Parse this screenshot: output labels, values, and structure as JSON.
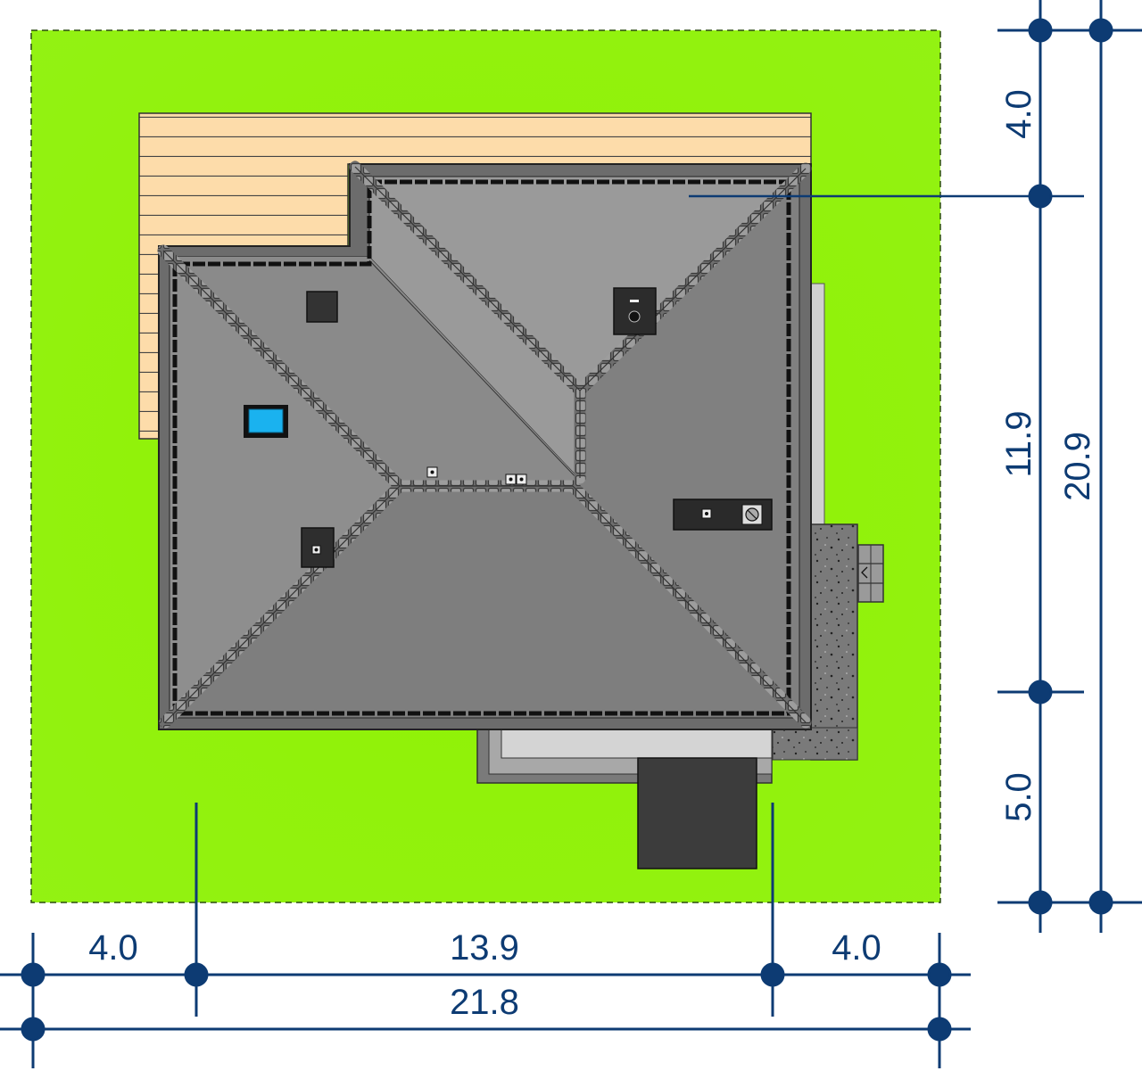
{
  "colors": {
    "lawn": "#8ff200",
    "dimension": "#0d3b73",
    "roof_dark": "#7d7d7d",
    "roof_light": "#9a9a9a",
    "deck": "#fddcaa",
    "skylight": "#1ab2ef",
    "paving": "#7a7a7a"
  },
  "dimensions": {
    "bottom": {
      "left_setback": "4.0",
      "building_width": "13.9",
      "right_setback": "4.0",
      "total_width": "21.8"
    },
    "right": {
      "top_setback": "4.0",
      "building_depth": "11.9",
      "bottom_setback": "5.0",
      "total_depth": "20.9"
    }
  },
  "icons": [
    "chimney-icon",
    "vent-icon",
    "skylight-icon",
    "roof-ridge-icon"
  ]
}
